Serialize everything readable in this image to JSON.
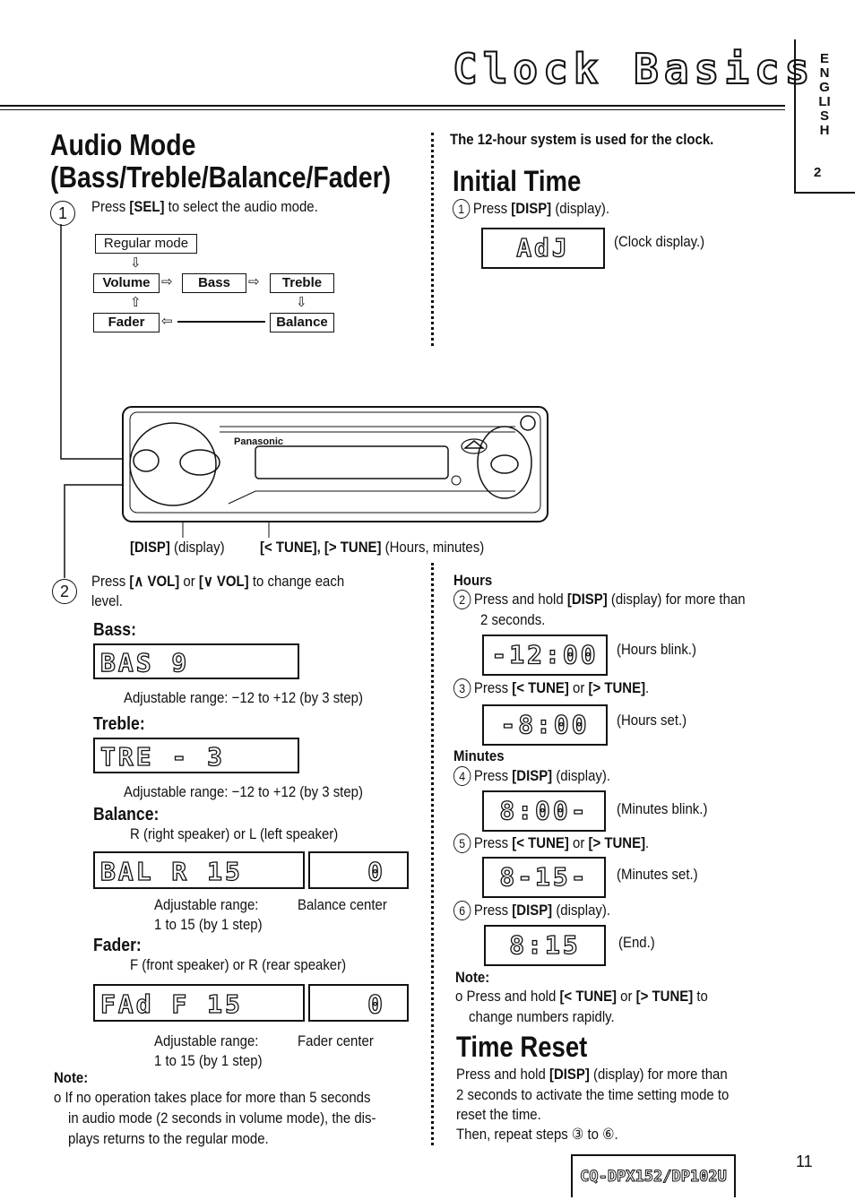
{
  "page": {
    "title": "Clock Basics",
    "side_tab": {
      "language": "ENGLISH",
      "number": "2"
    },
    "page_number": "11",
    "model": "CQ-DPX152/DP102U"
  },
  "audio_mode": {
    "heading": "Audio Mode (Bass/Treble/Balance/Fader)",
    "step1": {
      "num": "1",
      "text_pre": "Press ",
      "key": "[SEL]",
      "text_post": " to select the audio mode."
    },
    "flow": {
      "regular": "Regular mode",
      "volume": "Volume",
      "bass": "Bass",
      "treble": "Treble",
      "fader": "Fader",
      "balance": "Balance"
    },
    "device": {
      "brand": "Panasonic",
      "disp_label": "[DISP]",
      "disp_label_post": " (display)",
      "tune_label": "[< TUNE], [> TUNE]",
      "tune_label_post": " (Hours, minutes)"
    },
    "step2": {
      "num": "2",
      "line1_pre": "Press ",
      "key1": "[∧ VOL]",
      "or": " or ",
      "key2": "[∨ VOL]",
      "line1_post": " to change each",
      "line2": "level."
    },
    "bass": {
      "label": "Bass:",
      "lcd": "BAS    9",
      "range": "Adjustable range: −12 to +12 (by 3 step)"
    },
    "treble": {
      "label": "Treble:",
      "lcd": "TRE  -  3",
      "range": "Adjustable range: −12 to +12 (by 3 step)"
    },
    "balance": {
      "label": "Balance:",
      "desc": "R (right speaker) or L (left speaker)",
      "lcd": "BAL  R  15",
      "lcd_center": "0",
      "range1": "Adjustable range:",
      "range2": "1 to 15 (by 1 step)",
      "center": "Balance center"
    },
    "fader": {
      "label": "Fader:",
      "desc": "F (front speaker) or R (rear speaker)",
      "lcd": "FAd  F  15",
      "lcd_center": "0",
      "range1": "Adjustable range:",
      "range2": "1 to 15 (by 1 step)",
      "center": "Fader center"
    },
    "note": {
      "label": "Note:",
      "line1": "If no operation takes place for more than 5 seconds",
      "line2": "in audio mode (2 seconds in volume mode), the dis-",
      "line3": "plays returns to the regular mode."
    }
  },
  "clock": {
    "intro": "The 12-hour system is used for the clock.",
    "initial_heading": "Initial Time",
    "step1": {
      "num": "1",
      "pre": "Press ",
      "key": "[DISP]",
      "post": " (display)."
    },
    "adj_lcd": "AdJ",
    "adj_note": "(Clock display.)",
    "hours": {
      "label": "Hours",
      "step2_num": "2",
      "step2_pre": "Press and hold ",
      "step2_key": "[DISP]",
      "step2_post": " (display) for more than",
      "step2_line2": "2 seconds.",
      "lcd_blink": "-12:00",
      "blink_note": "(Hours blink.)",
      "step3_num": "3",
      "step3_pre": "Press ",
      "step3_key1": "[< TUNE]",
      "step3_or": " or ",
      "step3_key2": "[> TUNE]",
      "step3_end": ".",
      "lcd_set": "-8:00",
      "set_note": "(Hours set.)"
    },
    "minutes": {
      "label": "Minutes",
      "step4_num": "4",
      "step4_pre": "Press ",
      "step4_key": "[DISP]",
      "step4_post": " (display).",
      "lcd_blink": "8:00-",
      "blink_note": "(Minutes blink.)",
      "step5_num": "5",
      "step5_pre": "Press ",
      "step5_key1": "[< TUNE]",
      "step5_or": " or ",
      "step5_key2": "[> TUNE]",
      "step5_end": ".",
      "lcd_set": "8-15-",
      "set_note": "(Minutes set.)",
      "step6_num": "6",
      "step6_pre": "Press ",
      "step6_key": "[DISP]",
      "step6_post": " (display).",
      "lcd_end": "8:15",
      "end_note": "(End.)"
    },
    "note": {
      "label": "Note:",
      "line1_pre": "Press and hold ",
      "line1_key1": "[< TUNE]",
      "line1_or": " or ",
      "line1_key2": "[> TUNE]",
      "line1_post": " to",
      "line2": "change numbers rapidly."
    },
    "reset": {
      "heading": "Time Reset",
      "line1_pre": "Press and hold ",
      "line1_key": "[DISP]",
      "line1_post": " (display) for more than",
      "line2": "2 seconds to activate the time setting mode to",
      "line3": "reset the time.",
      "line4": "Then, repeat steps ③ to ⑥."
    }
  }
}
